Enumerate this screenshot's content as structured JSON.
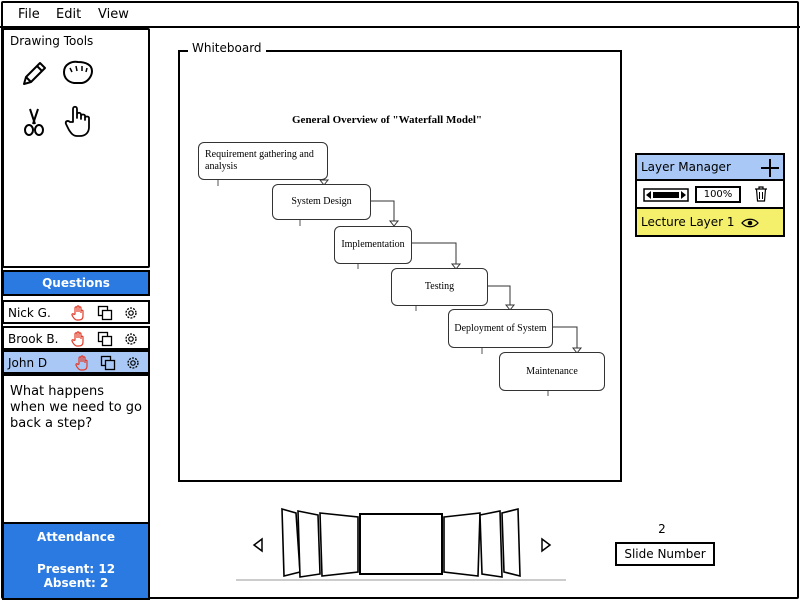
{
  "menu": {
    "file": "File",
    "edit": "Edit",
    "view": "View"
  },
  "tools": {
    "title": "Drawing Tools",
    "items": [
      "pencil-icon",
      "glove-icon",
      "scissors-icon",
      "hand-pointer-icon"
    ]
  },
  "questions": {
    "title": "Questions",
    "rows": [
      {
        "name": "Nick G."
      },
      {
        "name": "Brook B."
      },
      {
        "name": "John D"
      }
    ],
    "selected_text": "What happens when we need to go back a step?"
  },
  "attendance": {
    "title": "Attendance",
    "present": "Present: 12",
    "absent": "Absent: 2"
  },
  "whiteboard": {
    "label": "Whiteboard",
    "diagram_title": "General Overview of \"Waterfall Model\"",
    "steps": [
      "Requirement gathering and analysis",
      "System Design",
      "Implementation",
      "Testing",
      "Deployment of System",
      "Maintenance"
    ]
  },
  "layers": {
    "title": "Layer Manager",
    "zoom": "100%",
    "layer_name": "Lecture Layer 1"
  },
  "slides": {
    "number_value": "2",
    "number_label": "Slide Number"
  },
  "colors": {
    "accent_blue": "#2a7ae2",
    "light_blue": "#a9c8f5",
    "highlight_yellow": "#f5f06b",
    "hand_red": "#e23b2a"
  }
}
